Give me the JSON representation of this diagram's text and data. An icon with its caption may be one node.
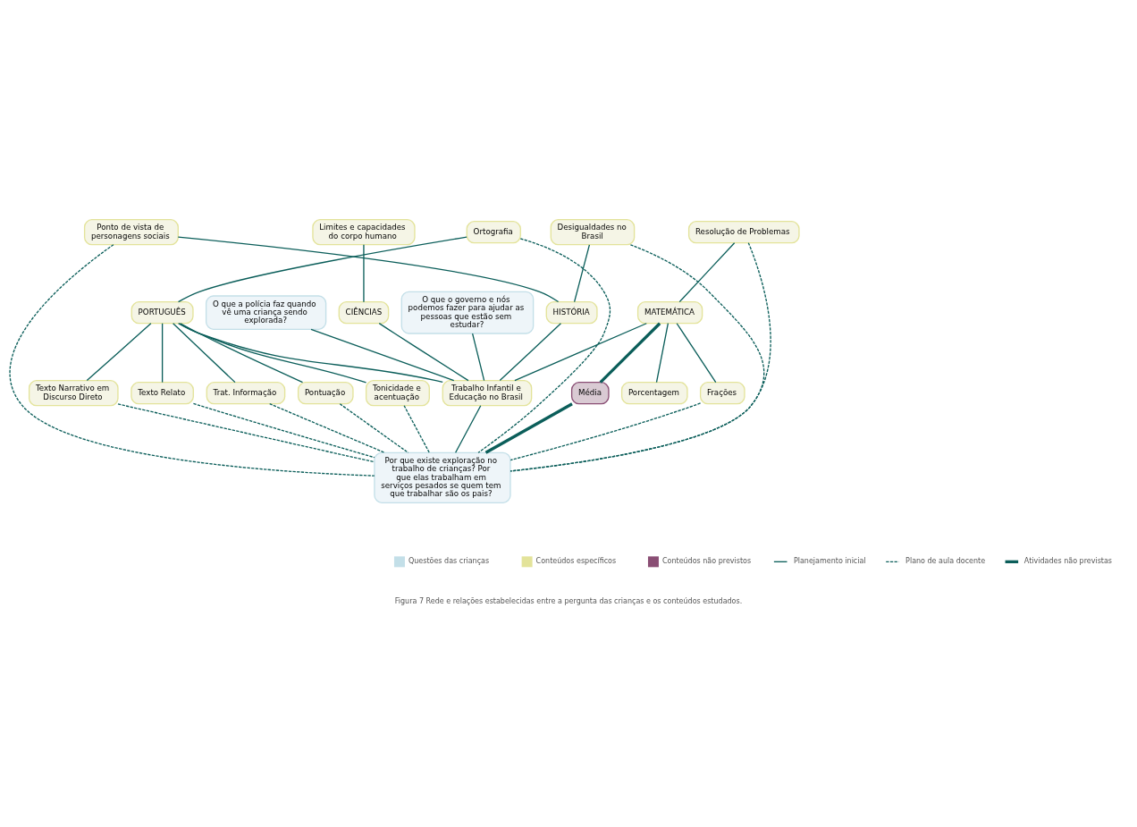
{
  "diagram": {
    "caption": "Figura 7 Rede e relações estabelecidas entre a pergunta das crianças e os conteúdos estudados.",
    "nodes": [
      {
        "text": [
          "O que o governo e nós podemos fazer para ajudar as pessoas que estão sem estudar?"
        ]
      },
      {
        "text": [
          "Desigualdades no Brasil"
        ]
      },
      {
        "text": [
          "Ponto de vista de personagens sociais"
        ]
      },
      {
        "text": [
          "O que a polícia faz quando vê uma criança sendo explorada?"
        ]
      },
      {
        "text": [
          "Limites e capacidades do corpo humano"
        ]
      },
      {
        "text": [
          "HISTÓRIA"
        ]
      },
      {
        "text": [
          "Ortografia"
        ]
      },
      {
        "text": [
          "CIÊNCIAS"
        ]
      },
      {
        "text": [
          "PORTUGUÊS"
        ]
      },
      {
        "text": [
          "Tonicidade e acentuação"
        ]
      },
      {
        "text": [
          "Resolução de Problemas"
        ]
      },
      {
        "text": [
          "Trabalho Infantil e Educação no Brasil"
        ]
      },
      {
        "text": [
          "MATEMÁTICA"
        ]
      },
      {
        "text": [
          "Texto Narrativo em Discurso Direto"
        ]
      },
      {
        "text": [
          "Texto Relato"
        ]
      },
      {
        "text": [
          "Trat. Informação"
        ]
      },
      {
        "text": [
          "Média"
        ]
      },
      {
        "text": [
          "Frações"
        ]
      },
      {
        "text": [
          "Pontuação"
        ]
      },
      {
        "text": [
          "Porcentagem"
        ]
      },
      {
        "text": [
          "Por que existe exploração no trabalho de crianças? Por que elas trabalham em serviços pesados se quem tem que trabalhar são os pais?"
        ]
      }
    ],
    "edges": [
      {
        "from": 0,
        "to": 11,
        "arrow": "none"
      },
      {
        "from": 3,
        "to": 11,
        "arrow": "none"
      },
      {
        "from": 1,
        "to": 5,
        "arrow": "none"
      },
      {
        "from": 2,
        "to": 5,
        "arrow": "none"
      },
      {
        "from": 4,
        "to": 7,
        "arrow": "none"
      },
      {
        "from": 5,
        "to": 11,
        "arrow": "none"
      },
      {
        "from": 7,
        "to": 11,
        "arrow": "none"
      },
      {
        "from": 8,
        "to": 11,
        "arrow": "none"
      },
      {
        "from": 12,
        "to": 11,
        "arrow": "none"
      },
      {
        "from": 6,
        "to": 8,
        "arrow": "none"
      },
      {
        "from": 8,
        "to": 9,
        "arrow": "none"
      },
      {
        "from": 8,
        "to": 13,
        "arrow": "none"
      },
      {
        "from": 8,
        "to": 14,
        "arrow": "none"
      },
      {
        "from": 8,
        "to": 15,
        "arrow": "none"
      },
      {
        "from": 8,
        "to": 18,
        "arrow": "none"
      },
      {
        "from": 10,
        "to": 12,
        "arrow": "none"
      },
      {
        "from": 12,
        "to": 17,
        "arrow": "none"
      },
      {
        "from": 12,
        "to": 19,
        "arrow": "none"
      },
      {
        "from": 11,
        "to": 20,
        "arrow": "none"
      },
      {
        "from": 12,
        "to": 16,
        "arrow": "none",
        "style": "thick"
      },
      {
        "from": 16,
        "to": 20,
        "arrow": "none",
        "style": "thick"
      },
      {
        "from": 10,
        "to": 20,
        "arrow": "none",
        "style": "dashed"
      },
      {
        "from": 1,
        "to": 20,
        "arrow": "none",
        "style": "dashed"
      },
      {
        "from": 2,
        "to": 20,
        "arrow": "none",
        "style": "dashed"
      },
      {
        "from": 6,
        "to": 20,
        "arrow": "none",
        "style": "dashed"
      },
      {
        "from": 9,
        "to": 20,
        "arrow": "none",
        "style": "dashed"
      },
      {
        "from": 17,
        "to": 20,
        "arrow": "none",
        "style": "dashed"
      },
      {
        "from": 14,
        "to": 20,
        "arrow": "none",
        "style": "dashed"
      },
      {
        "from": 15,
        "to": 20,
        "arrow": "none",
        "style": "dashed"
      },
      {
        "from": 18,
        "to": 20,
        "arrow": "none",
        "style": "dashed"
      },
      {
        "from": 13,
        "to": 20,
        "arrow": "none",
        "style": "dashed"
      }
    ],
    "legend": [
      {
        "text": "Questões das crianças",
        "color": "#c3dfe8"
      },
      {
        "text": "Conteúdos específicos",
        "color": "#e3e39a"
      },
      {
        "text": "Conteúdos não previstos",
        "color": "#8a4e74"
      },
      {
        "text": "Planejamento inicial"
      },
      {
        "text": "Plano de aula docente"
      },
      {
        "text": "Atividades não previstas"
      }
    ]
  }
}
